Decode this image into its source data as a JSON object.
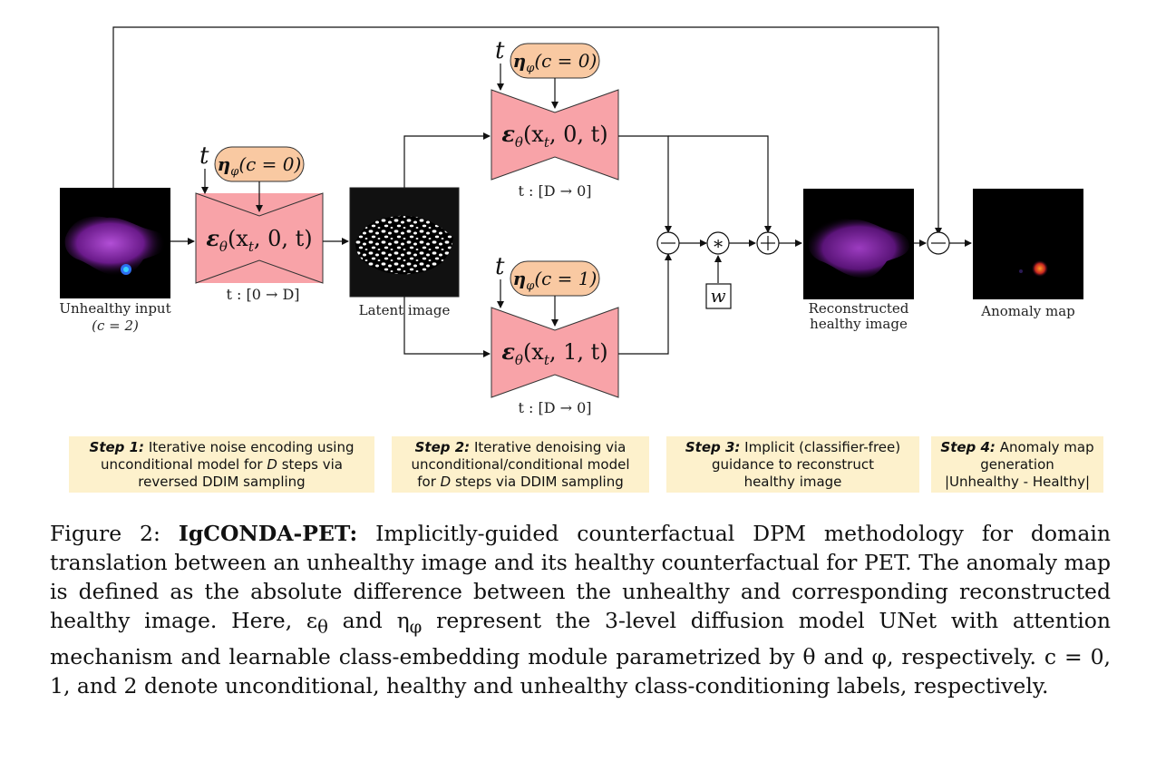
{
  "figure": {
    "input_label_line1": "Unhealthy input",
    "input_label_line2": "(c = 2)",
    "latent_label": "Latent image",
    "recon_label_line1": "Reconstructed",
    "recon_label_line2": "healthy image",
    "anomaly_label": "Anomaly map",
    "t_symbol": "t",
    "eta_uncond": "η",
    "eta_uncond_sub": "φ",
    "eta_uncond_arg": "(c = 0)",
    "eta_cond_arg": "(c = 1)",
    "enc_label": "ε",
    "enc_sub": "θ",
    "enc_args": "(x",
    "enc_args_sub": "t",
    "enc_args_rest_0": ", 0, t)",
    "enc_args_rest_1": ", 1, t)",
    "schedule_forward": "t : [0 → D]",
    "schedule_reverse": "t : [D → 0]",
    "minus_symbol": "−",
    "times_symbol": "∗",
    "plus_symbol": "+",
    "guidance_weight": "w"
  },
  "steps": [
    {
      "title": "Step 1:",
      "text_1": " Iterative noise encoding using",
      "text_2": "unconditional model for ",
      "text_2_var": "D",
      "text_2_end": " steps via",
      "text_3": "reversed DDIM sampling"
    },
    {
      "title": "Step 2:",
      "text_1": " Iterative denoising via",
      "text_2": "unconditional/conditional model",
      "text_3": "for ",
      "text_3_var": "D",
      "text_3_end": " steps via DDIM sampling"
    },
    {
      "title": "Step 3:",
      "text_1": " Implicit (classifier-free)",
      "text_2": "guidance to reconstruct",
      "text_3": "healthy image"
    },
    {
      "title": "Step 4:",
      "text_1": " Anomaly map",
      "text_2": "generation",
      "text_3": "|Unhealthy - Healthy|"
    }
  ],
  "caption": {
    "prefix": "Figure 2: ",
    "title": "IgCONDA-PET:",
    "body": " Implicitly-guided counterfactual DPM methodology for domain translation between an unhealthy image and its healthy counterfactual for PET. The anomaly map is defined as the absolute difference between the unhealthy and corresponding reconstructed healthy image.  Here, ε",
    "eps_sub": "θ",
    "and": " and η",
    "eta_sub": "φ",
    "tail": " represent the 3-level diffusion model UNet with attention mechanism and learnable class-embedding module parametrized by θ and φ, respectively. c = 0, 1, and 2 denote unconditional, healthy and unhealthy class-conditioning labels, respectively."
  },
  "colors": {
    "unet_fill": "#f8a3a8",
    "unet_stroke": "#222222",
    "embed_fill": "#f9c9a2",
    "step_bg": "#fdf1cc",
    "pet_dark": "#000000",
    "pet_magenta": "#a33cc4"
  }
}
